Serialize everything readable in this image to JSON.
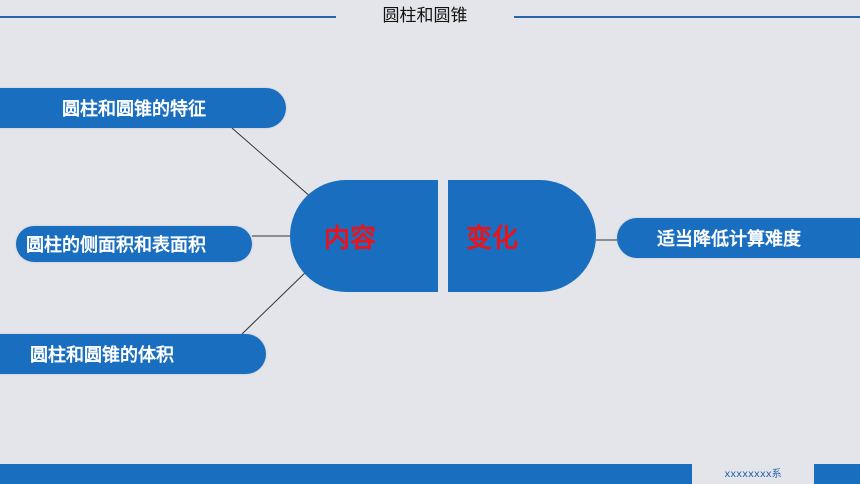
{
  "header": {
    "title": "圆柱和圆锥"
  },
  "mindmap": {
    "left_items": [
      {
        "label": "圆柱和圆锥的特征"
      },
      {
        "label": "圆柱的侧面积和表面积"
      },
      {
        "label": "圆柱和圆锥的体积"
      }
    ],
    "center_left": "内容",
    "center_right": "变化",
    "right_item": {
      "label": "适当降低计算难度"
    }
  },
  "footer": {
    "text": "xxxxxxxx系"
  },
  "colors": {
    "accent": "#1a6ec0",
    "highlight_text": "#e8141c",
    "background": "#e3e5ea"
  }
}
